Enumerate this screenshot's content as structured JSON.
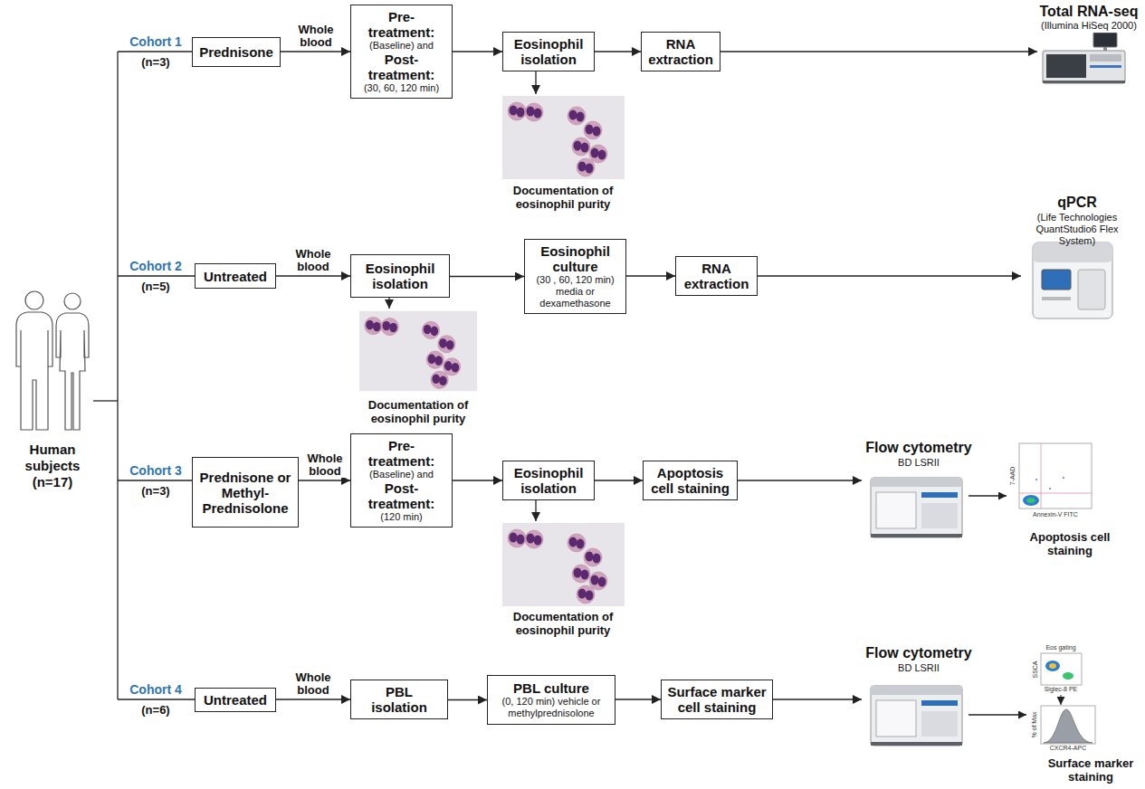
{
  "diagram": {
    "nodes": [
      {
        "text": [
          "Prednisone"
        ]
      },
      {
        "text": [
          "Pre-treatment:",
          "(Baseline) and",
          "Post-treatment:",
          "(30, 60, 120 min)"
        ]
      },
      {
        "text": [
          "Eosinophil isolation"
        ]
      },
      {
        "text": [
          "RNA extraction"
        ]
      },
      {
        "text": [
          "Untreated"
        ]
      },
      {
        "text": [
          "Eosinophil isolation"
        ]
      },
      {
        "text": [
          "Eosinophil culture",
          "(30 , 60, 120 min) media or dexamethasone"
        ]
      },
      {
        "text": [
          "RNA extraction"
        ]
      },
      {
        "text": [
          "Prednisone or Methyl- Prednisolone"
        ]
      },
      {
        "text": [
          "Pre-treatment:",
          "(Baseline) and",
          "Post-treatment:",
          "(120 min)"
        ]
      },
      {
        "text": [
          "Eosinophil isolation"
        ]
      },
      {
        "text": [
          "Apoptosis cell staining"
        ]
      },
      {
        "text": [
          "Untreated"
        ]
      },
      {
        "text": [
          "PBL isolation"
        ]
      },
      {
        "text": [
          "PBL culture",
          "(0, 120 min) vehicle or methylprednisolone"
        ]
      },
      {
        "text": [
          "Surface marker cell staining"
        ]
      }
    ],
    "edges": [
      {
        "from": 0,
        "to": 1,
        "arrow": "to",
        "label": "Whole blood"
      },
      {
        "from": 1,
        "to": 2,
        "arrow": "to"
      },
      {
        "from": 2,
        "to": 3,
        "arrow": "to"
      },
      {
        "from": 4,
        "to": 5,
        "arrow": "to",
        "label": "Whole blood"
      },
      {
        "from": 5,
        "to": 6,
        "arrow": "to"
      },
      {
        "from": 6,
        "to": 7,
        "arrow": "to"
      },
      {
        "from": 8,
        "to": 9,
        "arrow": "to",
        "label": "Whole blood"
      },
      {
        "from": 9,
        "to": 10,
        "arrow": "to"
      },
      {
        "from": 10,
        "to": 11,
        "arrow": "to"
      },
      {
        "from": 12,
        "to": 13,
        "arrow": "to",
        "label": "Whole blood"
      },
      {
        "from": 13,
        "to": 14,
        "arrow": "to"
      },
      {
        "from": 14,
        "to": 15,
        "arrow": "to"
      }
    ],
    "labels": [
      "Cohort 1",
      "(n=3)",
      "Cohort 2",
      "(n=5)",
      "Cohort 3",
      "(n=3)",
      "Cohort 4",
      "(n=6)",
      "Human subjects (n=17)",
      "Total RNA-seq",
      "(Illumina HiSeq 2000)",
      "Documentation of eosinophil purity",
      "qPCR",
      "(Life Technologies QuantStudio6 Flex System)",
      "Documentation of eosinophil purity",
      "Documentation of eosinophil purity",
      "Flow cytometry",
      "BD LSRII",
      "7-AAD",
      "Annexin-V FITC",
      "Apoptosis cell staining",
      "Flow cytometry",
      "BD LSRII",
      "Eos gating",
      "SSCA",
      "Siglec-8 PE",
      "% of Max",
      "CXCR4-APC",
      "Surface marker staining"
    ]
  }
}
